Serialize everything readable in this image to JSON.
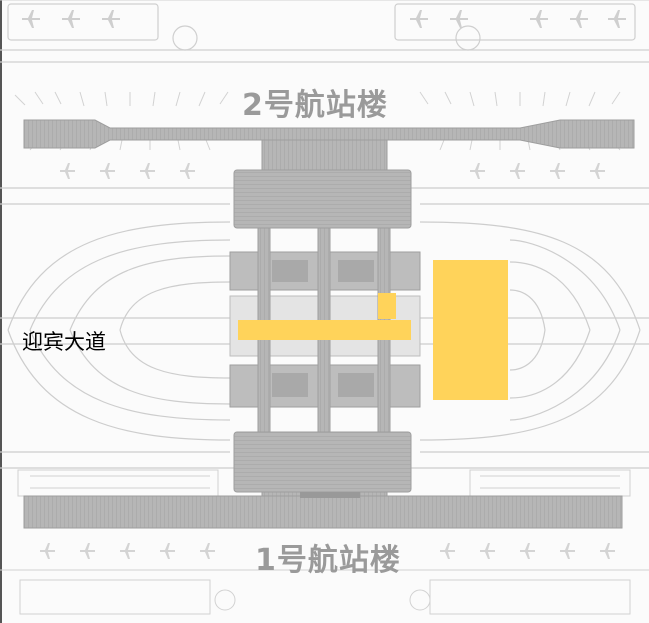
{
  "terminals": {
    "t2": {
      "label": "2号航站楼"
    },
    "t1": {
      "label": "1号航站楼"
    }
  },
  "roads": {
    "main": {
      "label": "迎宾大道"
    }
  },
  "colors": {
    "highlight": "#ffd35a",
    "building": "#b9b9b9",
    "line": "#cfcfcf",
    "label_gray": "#9a9a9a",
    "background": "#fbfbfb"
  }
}
